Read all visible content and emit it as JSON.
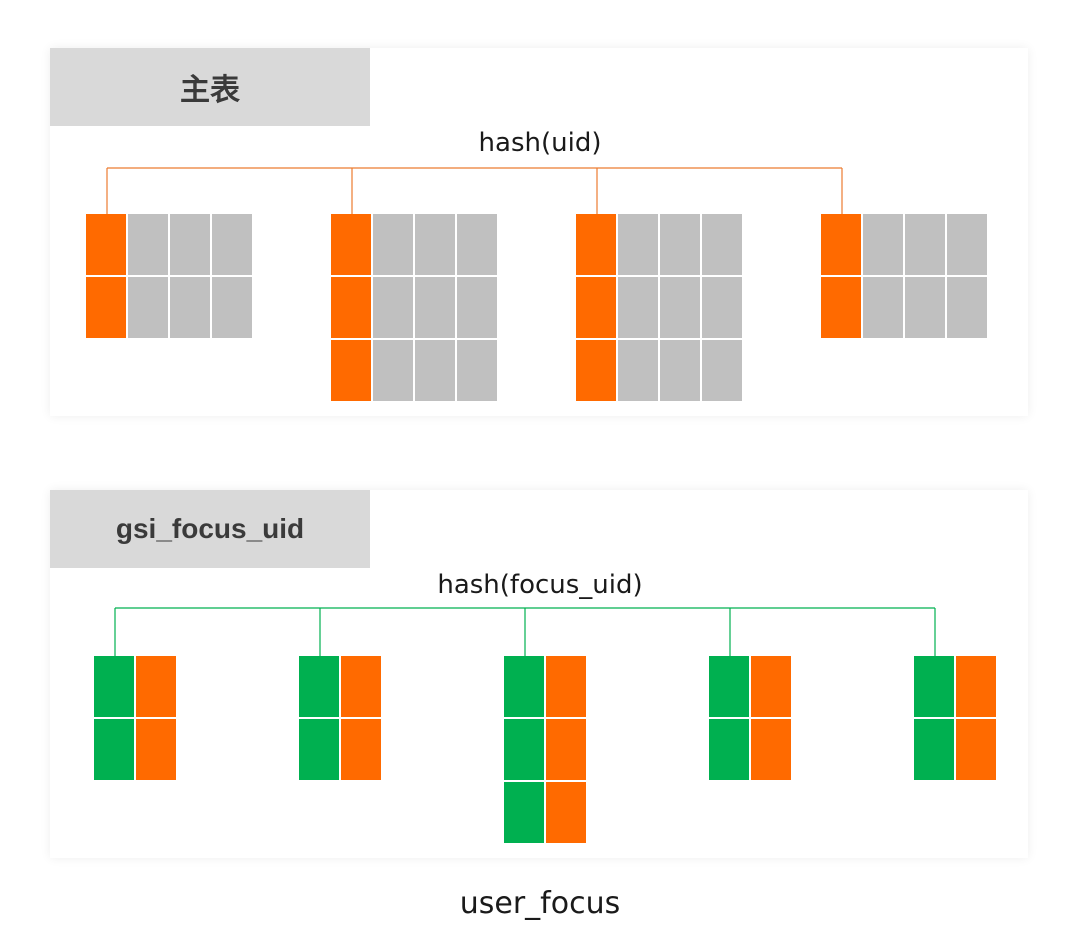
{
  "main_table": {
    "title": "主表",
    "hash_label": "hash(uid)",
    "partitions": [
      {
        "rows": 2,
        "cols": 4
      },
      {
        "rows": 3,
        "cols": 4
      },
      {
        "rows": 3,
        "cols": 4
      },
      {
        "rows": 2,
        "cols": 4
      }
    ],
    "colors": {
      "key": "#ff6a00",
      "cell": "#c0c0c0",
      "line": "#ec7c30"
    }
  },
  "gsi_table": {
    "title": "gsi_focus_uid",
    "hash_label": "hash(focus_uid)",
    "partitions": [
      {
        "rows": 2,
        "cols": 2
      },
      {
        "rows": 2,
        "cols": 2
      },
      {
        "rows": 3,
        "cols": 2
      },
      {
        "rows": 2,
        "cols": 2
      },
      {
        "rows": 2,
        "cols": 2
      }
    ],
    "colors": {
      "key": "#00b050",
      "cell": "#ff6a00",
      "line": "#00b050"
    }
  },
  "caption": "user_focus"
}
